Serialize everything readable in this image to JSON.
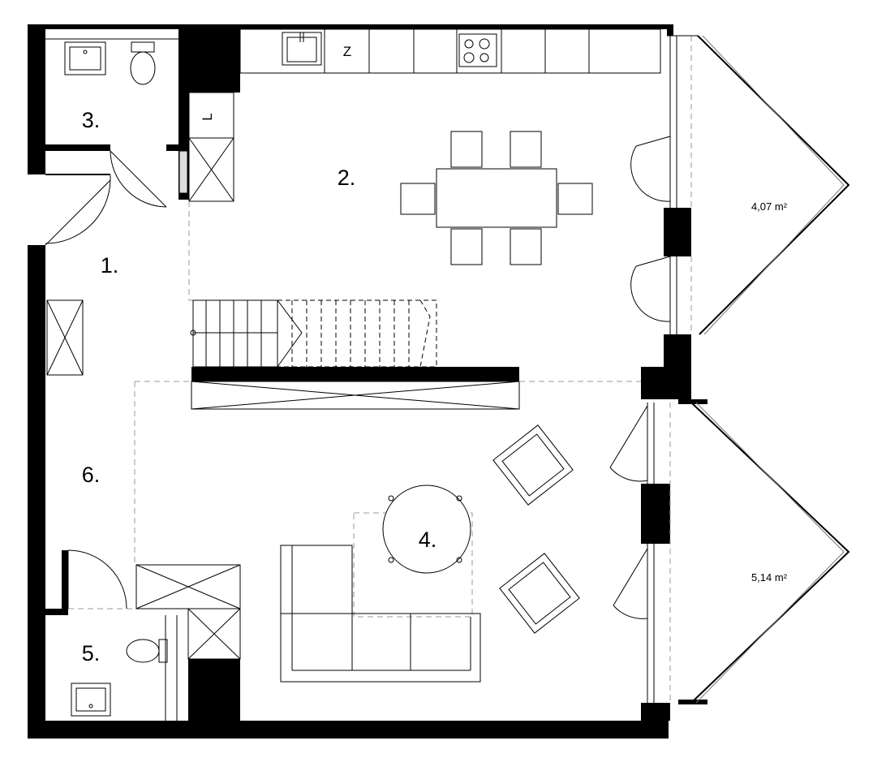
{
  "floor_plan": {
    "rooms": [
      {
        "id": "1",
        "label": "1."
      },
      {
        "id": "2",
        "label": "2."
      },
      {
        "id": "3",
        "label": "3."
      },
      {
        "id": "4",
        "label": "4."
      },
      {
        "id": "5",
        "label": "5."
      },
      {
        "id": "6",
        "label": "6."
      }
    ],
    "balconies": [
      {
        "id": "upper",
        "area": "4,07 m²"
      },
      {
        "id": "lower",
        "area": "5,14 m²"
      }
    ],
    "appliance_marks": {
      "fridge": "Z",
      "washer": "L"
    },
    "colors": {
      "wall": "#000000",
      "line": "#000000",
      "dashed_line": "#999999",
      "background": "#ffffff"
    }
  }
}
